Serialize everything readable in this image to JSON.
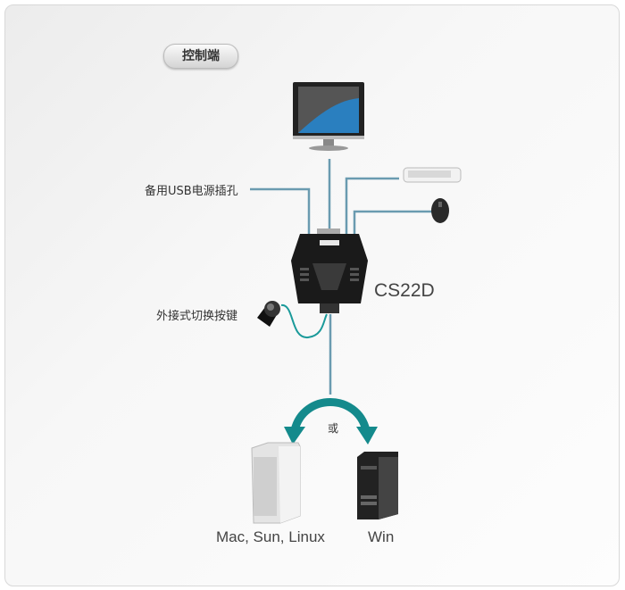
{
  "title_badge": "控制端",
  "labels": {
    "usb_power": "备用USB电源插孔",
    "remote_switch": "外接式切换按键",
    "model": "CS22D",
    "or": "或",
    "mac": "Mac, Sun, Linux",
    "win": "Win"
  },
  "colors": {
    "cable": "#6a9bb0",
    "arrow": "#148a8c",
    "cord": "#1a9a9a"
  }
}
